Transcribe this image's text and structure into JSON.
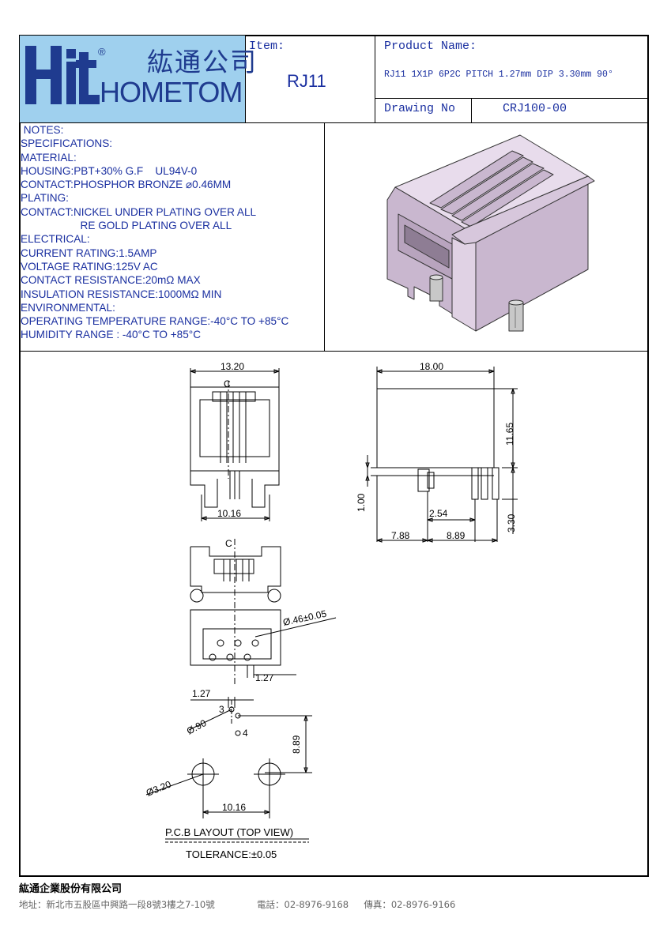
{
  "header": {
    "brand_cn": "紘通公司",
    "brand_en": "HOMETOM",
    "brand_reg": "®",
    "item_label": "Item:",
    "item_value": "RJ11",
    "product_name_label": "Product Name:",
    "product_name_value": "RJ11 1X1P 6P2C PITCH 1.27mm DIP 3.30mm 90°",
    "drawing_no_label": "Drawing No",
    "drawing_no_value": "CRJ100-00"
  },
  "notes": [
    " NOTES:",
    "SPECIFICATIONS:",
    "MATERIAL:",
    "HOUSING:PBT+30% G.F    UL94V-0",
    "CONTACT:PHOSPHOR BRONZE ⌀0.46MM",
    "PLATING:",
    "CONTACT:NICKEL UNDER PLATING OVER ALL",
    "                    RE GOLD PLATING OVER ALL",
    "ELECTRICAL:",
    "CURRENT RATING:1.5AMP",
    "VOLTAGE RATING:125V AC",
    "CONTACT RESISTANCE:20mΩ MAX",
    "INSULATION RESISTANCE:1000MΩ MIN",
    "ENVIRONMENTAL:",
    "OPERATING TEMPERATURE RANGE:-40°C TO +85°C",
    "HUMIDITY RANGE : -40°C TO +85°C"
  ],
  "dimensions": {
    "front_width": "13.20",
    "front_pitch": "10.16",
    "side_length": "18.00",
    "side_height": "11.65",
    "side_offset": "1.00",
    "side_pin_pitch": "2.54",
    "side_pin_spacing": "8.89",
    "side_front_offset": "7.88",
    "side_pin_length": "3.30",
    "bottom_hole": "Ø.46±0.05",
    "bottom_pitch": "1.27",
    "pcb_pitch": "1.27",
    "pcb_pin_label_3": "3",
    "pcb_pin_label_4": "4",
    "pcb_hole": "Ø.90",
    "pcb_row_distance": "8.89",
    "pcb_post_hole": "Ø3.20",
    "pcb_post_pitch": "10.16",
    "centerline": "C"
  },
  "pcb_caption": "P.C.B LAYOUT (TOP VIEW)",
  "tolerance": "TOLERANCE:±0.05",
  "footer": {
    "company": "紘通企業股份有限公司",
    "address": "地址：新北市五股區中興路一段8號3樓之7-10號",
    "phone": "電話：02-8976-9168",
    "fax": "傳真：02-8976-9166"
  },
  "colors": {
    "logo_bg": "#9fd0ee",
    "logo_blue": "#1f3b8f",
    "text_blue": "#1a2fa0",
    "housing": "#c9b7cf",
    "housing_light": "#e8dcec",
    "pin": "#c8c8c8"
  }
}
